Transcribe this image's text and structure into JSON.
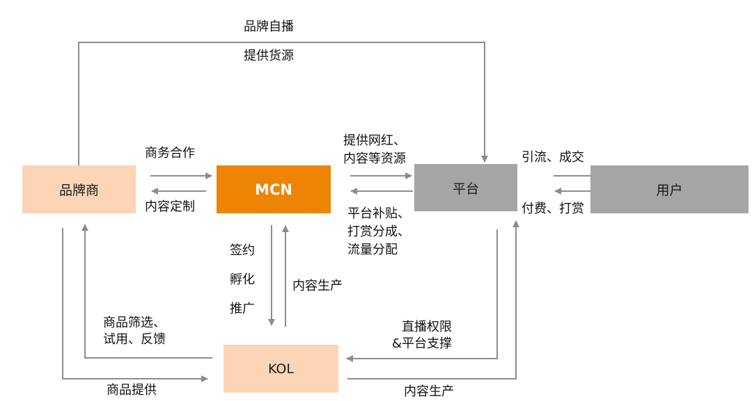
{
  "nodes": {
    "brand": {
      "label": "品牌商",
      "color": "#FBD5B5"
    },
    "mcn": {
      "label": "MCN",
      "color": "#EE8404"
    },
    "platform": {
      "label": "平台",
      "color": "#A5A5A5"
    },
    "user": {
      "label": "用户",
      "color": "#A5A5A5"
    },
    "kol": {
      "label": "KOL",
      "color": "#FBD5B5"
    }
  },
  "edges": {
    "brand_self_broadcast": "品牌自播",
    "provide_supply": "提供货源",
    "business_cooperation": "商务合作",
    "content_customization": "内容定制",
    "provide_resources": "提供网红、\n内容等资源",
    "platform_subsidy": "平台补贴、\n打赏分成、\n流量分配",
    "traffic_deal": "引流、成交",
    "pay_tip": "付费、打赏",
    "sign": "签约",
    "incubate": "孵化",
    "promote": "推广",
    "content_production_mcn": "内容生产",
    "product_feedback": "商品筛选、\n试用、反馈",
    "product_supply": "商品提供",
    "live_permission": "直播权限\n&平台支撑",
    "content_production_platform": "内容生产"
  },
  "line_color": "#8C8C8C"
}
